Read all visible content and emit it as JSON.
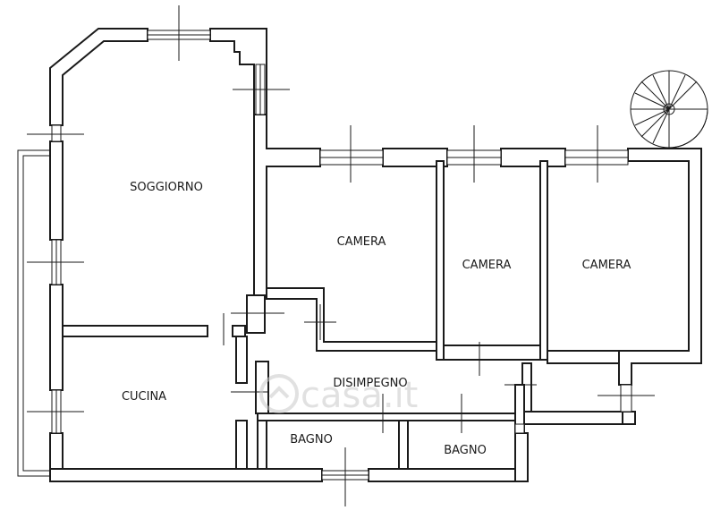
{
  "rooms": {
    "soggiorno": "SOGGIORNO",
    "camera_1": "CAMERA",
    "camera_2": "CAMERA",
    "camera_3": "CAMERA",
    "cucina": "CUCINA",
    "disimpegno": "DISIMPEGNO",
    "bagno_1": "BAGNO",
    "bagno_2": "BAGNO"
  },
  "watermark": {
    "text": "casa.it"
  },
  "colors": {
    "wall": "#1a1a1a",
    "background": "#ffffff",
    "watermark": "#c9c9c9"
  }
}
